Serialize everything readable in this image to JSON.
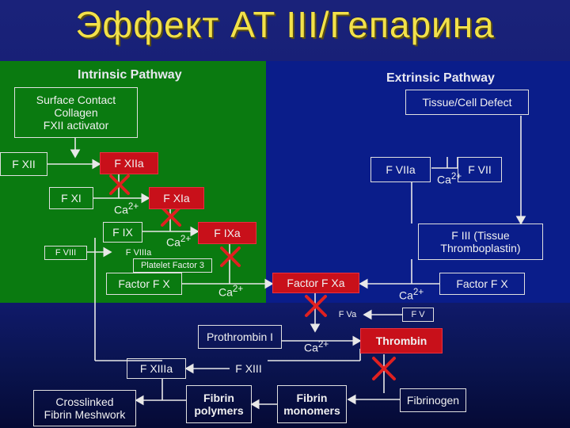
{
  "title": "Эффект AT III/Гепарина",
  "colors": {
    "title": "#f2e14a",
    "intrinsic_bg": "#0a7a10",
    "extrinsic_bg": "#0a1d8a",
    "highlight": "#c8101a",
    "cross": "#e02020"
  },
  "headers": {
    "intrinsic": "Intrinsic Pathway",
    "extrinsic": "Extrinsic Pathway"
  },
  "nodes": {
    "surface_contact": [
      "Surface Contact",
      "Collagen",
      "FXII activator"
    ],
    "tissue_defect": "Tissue/Cell Defect",
    "fxii": "F XII",
    "fxiia": "F XIIa",
    "fviia": "F VIIa",
    "fvii": "F VII",
    "fxi": "F XI",
    "fxia": "F XIa",
    "fix": "F IX",
    "fixa": "F IXa",
    "fiii": [
      "F III (Tissue",
      "Thromboplastin)"
    ],
    "fviii": "F VIII",
    "fviiia": "F VIIIa",
    "platelet_factor": "Platelet Factor 3",
    "factor_fx_left": "Factor F X",
    "factor_fxa": "Factor F Xa",
    "factor_fx_right": "Factor F X",
    "fva": "F Va",
    "fv": "F V",
    "prothrombin": "Prothrombin I",
    "thrombin": "Thrombin",
    "fxiiia": "F XIIIa",
    "fxiii": "F XIII",
    "crosslinked": [
      "Crosslinked",
      "Fibrin Meshwork"
    ],
    "fibrin_polymers": [
      "Fibrin",
      "polymers"
    ],
    "fibrin_monomers": [
      "Fibrin",
      "monomers"
    ],
    "fibrinogen": "Fibrinogen"
  },
  "calcium": "Ca",
  "calcium_charge": "2+"
}
